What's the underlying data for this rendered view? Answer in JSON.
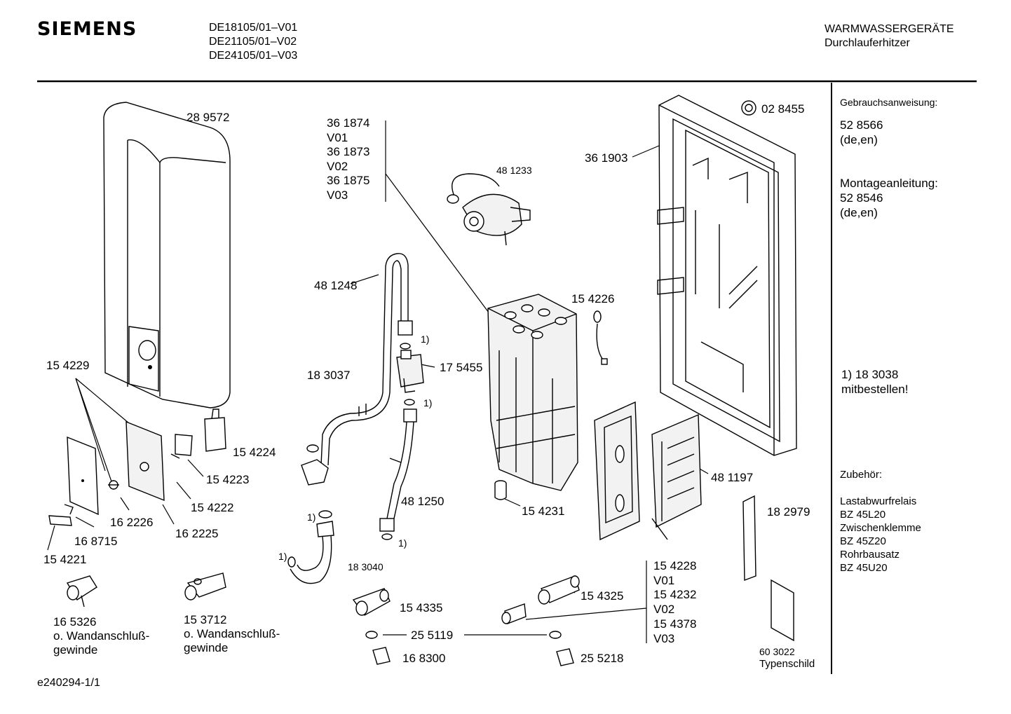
{
  "header": {
    "brand": "SIEMENS",
    "models": [
      "DE18105/01–V01",
      "DE21105/01–V02",
      "DE24105/01–V03"
    ],
    "category": "WARMWASSERGERÄTE",
    "subcategory": "Durchlauferhitzer"
  },
  "parts": {
    "p289572": "28 9572",
    "p361874_group": [
      "36 1874",
      "V01",
      "36 1873",
      "V02",
      "36 1875",
      "V03"
    ],
    "p481233": "48 1233",
    "p028455": "02 8455",
    "p361903": "36 1903",
    "p481248": "48 1248",
    "p154226": "15 4226",
    "fn1a": "1)",
    "p175455": "17 5455",
    "p183037": "18 3037",
    "fn1b": "1)",
    "p154229": "15 4229",
    "p154224": "15 4224",
    "p154223": "15 4223",
    "p154222": "15 4222",
    "p481250": "48 1250",
    "p154231": "15 4231",
    "p481197": "48 1197",
    "p182979": "18 2979",
    "p162226": "16 2226",
    "p162225": "16 2225",
    "p168715": "16 8715",
    "p154221": "15 4221",
    "fn1c": "1)",
    "fn1d": "1)",
    "fn1e": "1)",
    "p183040": "18 3040",
    "p154228_group": [
      "15 4228",
      "V01",
      "15 4232",
      "V02",
      "15 4378",
      "V03"
    ],
    "p154325": "15 4325",
    "p154335": "15 4335",
    "p165326": "16 5326",
    "p165326_note": [
      "o. Wandanschluß-",
      "gewinde"
    ],
    "p153712": "15 3712",
    "p153712_note": [
      "o. Wandanschluß-",
      "gewinde"
    ],
    "p255119": "25 5119",
    "p168300": "16 8300",
    "p255218": "25 5218",
    "p603022": "60 3022",
    "typenschild": "Typenschild"
  },
  "sidebar": {
    "manual_title": "Gebrauchsanweisung:",
    "manual_num": "52 8566",
    "manual_lang": "(de,en)",
    "mount_title": "Montageanleitung:",
    "mount_num": "52 8546",
    "mount_lang": "(de,en)",
    "note_num": "1) 18 3038",
    "note_text": "mitbestellen!",
    "accessories_title": "Zubehör:",
    "accessories": [
      "Lastabwurfrelais",
      "BZ 45L20",
      "Zwischenklemme",
      "BZ 45Z20",
      "Rohrbausatz",
      "BZ 45U20"
    ]
  },
  "footer": {
    "code": "e240294-1/1"
  }
}
